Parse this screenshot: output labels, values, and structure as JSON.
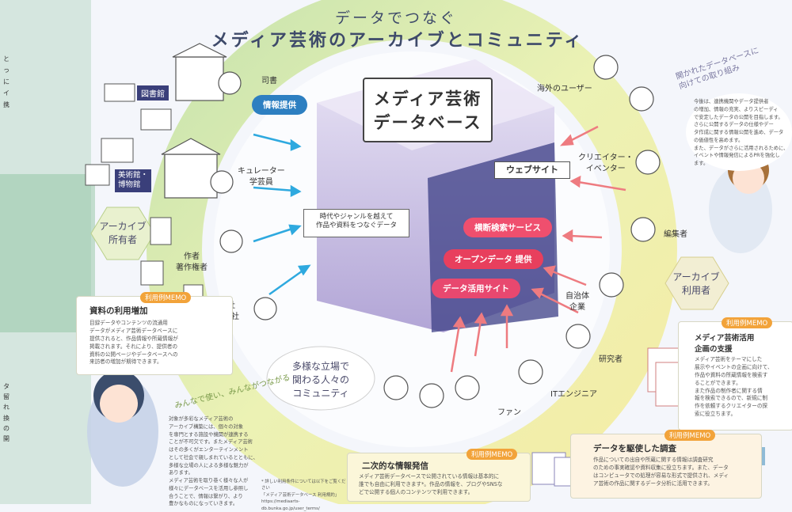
{
  "title": {
    "line1": "データでつなぐ",
    "line2": "メディア芸術のアーカイブとコミュニティ"
  },
  "database": {
    "line1": "メディア芸術",
    "line2": "データベース"
  },
  "connect_box": {
    "line1": "時代やジャンルを越えて",
    "line2": "作品や資料をつなぐデータ"
  },
  "website_label": "ウェブサイト",
  "service_tags": [
    {
      "label": "横断検索サービス",
      "color": "#ef4f6e"
    },
    {
      "label": "オープンデータ 提供",
      "color": "#e83f5d"
    },
    {
      "label": "データ活用サイト",
      "color": "#e8486f"
    }
  ],
  "info_pill": "情報提供",
  "holders": {
    "library": "図書館",
    "museum_line1": "美術館・",
    "museum_line2": "博物館",
    "librarian": "司書",
    "curator_line1": "キュレーター",
    "curator_line2": "学芸員",
    "author_line1": "作者",
    "author_line2": "著作権者",
    "publisher_line1": "出版社",
    "publisher_line2": "制作会社"
  },
  "archive_owner": {
    "line1": "アーカイブ",
    "line2": "所有者"
  },
  "archive_user": {
    "line1": "アーカイブ",
    "line2": "利用者"
  },
  "users": {
    "overseas": "海外のユーザー",
    "creator_line1": "クリエイター・",
    "creator_line2": "イベンター",
    "editor": "編集者",
    "gov_line1": "自治体",
    "gov_line2": "企業",
    "researcher": "研究者",
    "engineer": "ITエンジニア",
    "fan": "ファン"
  },
  "community": {
    "line1": "多様な立場で",
    "line2": "関わる人々の",
    "line3": "コミュニティ"
  },
  "curved_left": "みんなで使い、みんながつながる",
  "curved_right_line1": "開かれたデータベースに",
  "curved_right_line2": "向けての取り組み",
  "right_note": [
    "今後は、連携機関やデータ提供者",
    "の増加、情報の充実、よりスピーディ",
    "で安定したデータの公開を目指します。",
    "さらに公開するデータの仕様やデー",
    "タ作成に関する情報公開を進め、データ",
    "の価値性を高めます。",
    "また、データがさらに活用されるために、",
    "イベントや情報発信によるPRを強化し",
    "ます。"
  ],
  "left_intro": [
    "対象が多彩なメディア芸術の",
    "アーカイブ構築には、個々の対象",
    "を専門とする施設や機関が連携する",
    "ことが不可欠です。またメディア芸術",
    "はその多くがエンターテインメント",
    "として社会で親しまれているとともに、",
    "多様な立場の人による多様な魅力が",
    "あります。",
    "メディア芸術を取り巻く様々な人が",
    "様々にデータベースを活用し参照し",
    "合うことで、情報は繋がり、より",
    "豊かなものになっていきます。"
  ],
  "memo_tag": "利用例MEMO",
  "memo_left": {
    "heading": "資料の利用増加",
    "lines": [
      "目録データやコンテンツの流通用",
      "データがメディア芸術データベースに",
      "提供されると、作品情報や所蔵情報が",
      "掲載されます。それにより、提供者の",
      "資料の公開ページやデータベースへの",
      "来訪者の増加が期待できます。"
    ]
  },
  "memo_right": {
    "heading_line1": "メディア芸術活用",
    "heading_line2": "企画の支援",
    "lines": [
      "メディア芸術をテーマにした",
      "展示やイベントの企画に向けて、",
      "作品や資料の所蔵情報を検索す",
      "ることができます。",
      "また作品の制作者に関する情",
      "報を検索できるので、新規に制",
      "作を依頼するクリエイターの探",
      "索に役立ちます。"
    ]
  },
  "memo_bottom_right": {
    "heading": "データを駆使した調査",
    "lines": [
      "作品についての出自や所蔵に関する情報は調査研究",
      "のための事実確認や資料収集に役立ちます。また、データ",
      "はコンピュータでの処理が容易な形式で提供され、メディ",
      "ア芸術の作品に関するデータ分析に活用できます。"
    ]
  },
  "memo_bottom_center": {
    "heading": "二次的な情報発信",
    "lines": [
      "メディア芸術データベースで公開されている情報は基本的に",
      "誰でも自由に利用できます*。作品の情報を、ブログやSNSな",
      "どで公開する個人のコンテンツで利用できます。"
    ]
  },
  "footnote": [
    "* 詳しい利用条件については以下をご覧ください",
    "「メディア芸術データベース 利用規約」",
    "https://mediaarts-db.bunka.go.jp/user_terms/"
  ],
  "partial_left_text": [
    "と",
    "っ",
    "に",
    "イ",
    "携"
  ],
  "partial_left_text2": [
    "タ",
    "留",
    "れ",
    "換",
    "の",
    "開"
  ],
  "colors": {
    "accent_yellow": "#f4ed8f",
    "accent_green": "#cfe6a1",
    "db_purple": "#b6a8d8",
    "arrow_blue": "#2ea9df",
    "arrow_red": "#ee7b80",
    "memo_orange": "#f2a33a"
  }
}
